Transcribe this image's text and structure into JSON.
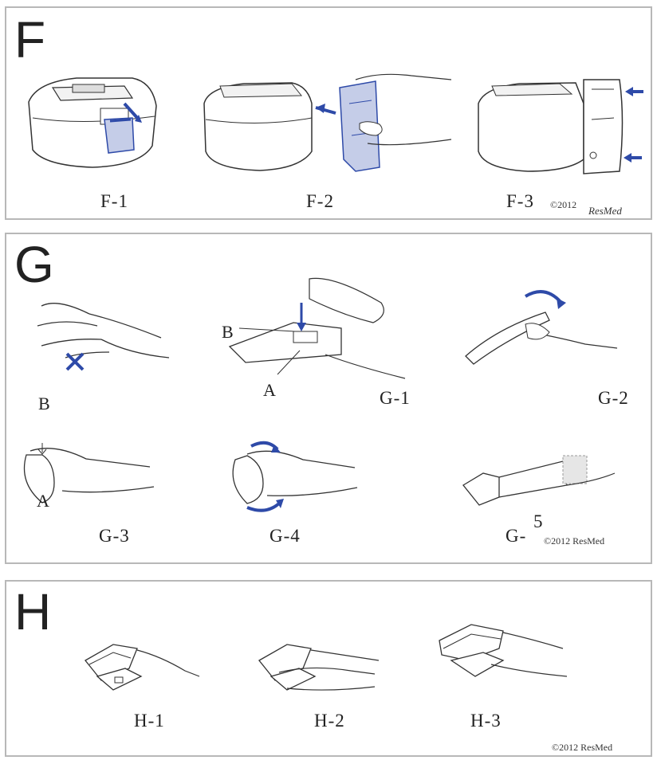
{
  "panels": {
    "F": {
      "letter": "F",
      "figures": [
        "F-1",
        "F-2",
        "F-3"
      ],
      "copyright_year": "©2012",
      "brand": "ResMed"
    },
    "G": {
      "letter": "G",
      "figures": [
        "G-1",
        "G-2",
        "G-3",
        "G-4",
        "G-5"
      ],
      "g5_prefix": "G-",
      "g5_number": "5",
      "callouts": {
        "g1_b": "B",
        "g1_a": "A",
        "g3_b": "B",
        "g3_a": "A"
      },
      "copyright": "©2012 ResMed"
    },
    "H": {
      "letter": "H",
      "figures": [
        "H-1",
        "H-2",
        "H-3"
      ],
      "copyright": "©2012 ResMed"
    }
  },
  "colors": {
    "accent_blue": "#2e4aa8",
    "device_blue_fill": "#c5cde8",
    "panel_border": "#b8b8b8",
    "line": "#333333"
  }
}
